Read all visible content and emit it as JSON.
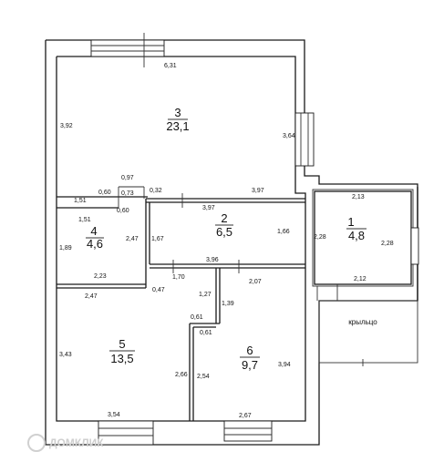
{
  "rooms": [
    {
      "number": "1",
      "area": "4,8"
    },
    {
      "number": "2",
      "area": "6,5"
    },
    {
      "number": "3",
      "area": "23,1"
    },
    {
      "number": "4",
      "area": "4,6"
    },
    {
      "number": "5",
      "area": "13,5"
    },
    {
      "number": "6",
      "area": "9,7"
    }
  ],
  "porch_label": "крыльцо",
  "watermark": "ДОМКЛИК",
  "dimensions": {
    "r3_top": "6,31",
    "r3_left": "3,92",
    "r3_right": "3,64",
    "d097": "0,97",
    "d060a": "0,60",
    "d073": "0,73",
    "d032": "0,32",
    "r3_bottom": "3,97",
    "d151a": "1,51",
    "d060b": "0,60",
    "r2_top": "3,97",
    "r2_left_a": "2,47",
    "r2_left_b": "1,67",
    "r2_right": "1,66",
    "r2_bottom": "3,96",
    "r4_top": "1,51",
    "r4_left": "1,89",
    "r4_bottom": "2,23",
    "r1_top": "2,13",
    "r1_left": "2,28",
    "r1_right": "2,28",
    "r1_bottom": "2,12",
    "d170": "1,70",
    "d207": "2,07",
    "d047": "0,47",
    "r5_top": "2,47",
    "d127": "1,27",
    "d139": "1,39",
    "d061a": "0,61",
    "d061b": "0,61",
    "r5_left": "3,43",
    "r5_right": "2,66",
    "r5_bottom": "3,54",
    "r6_left": "2,54",
    "r6_right": "3,94",
    "r6_bottom": "2,67"
  }
}
